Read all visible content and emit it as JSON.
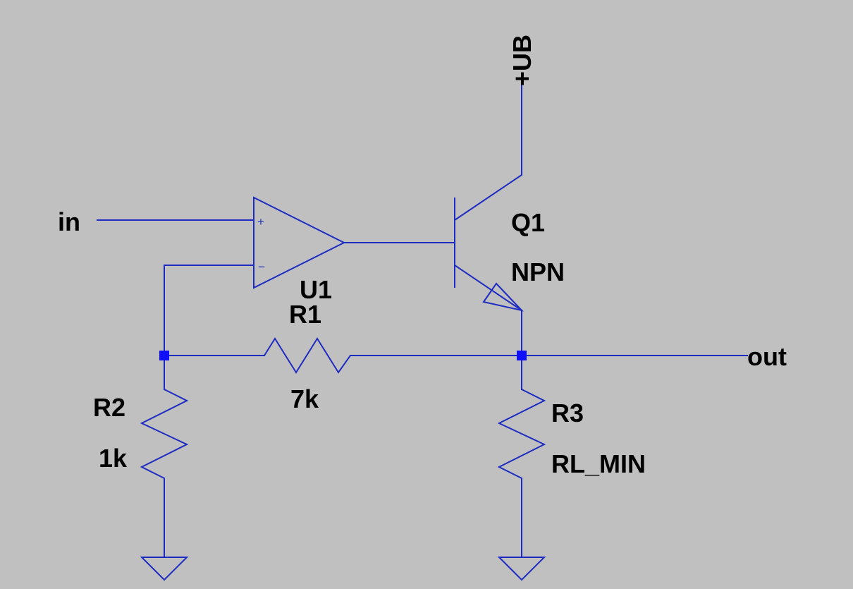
{
  "colors": {
    "background": "#c0c0c0",
    "wire": "#1e2bc0",
    "junction": "#1010ff",
    "text": "#000000"
  },
  "nets": {
    "in": "in",
    "out": "out",
    "supply": "+UB"
  },
  "opamp": {
    "ref": "U1",
    "plus_pin": "+",
    "minus_pin": "−"
  },
  "transistor": {
    "ref": "Q1",
    "type": "NPN"
  },
  "resistors": [
    {
      "ref": "R1",
      "value": "7k"
    },
    {
      "ref": "R2",
      "value": "1k"
    },
    {
      "ref": "R3",
      "value": "RL_MIN"
    }
  ],
  "grounds": [
    "ground-icon",
    "ground-icon"
  ]
}
